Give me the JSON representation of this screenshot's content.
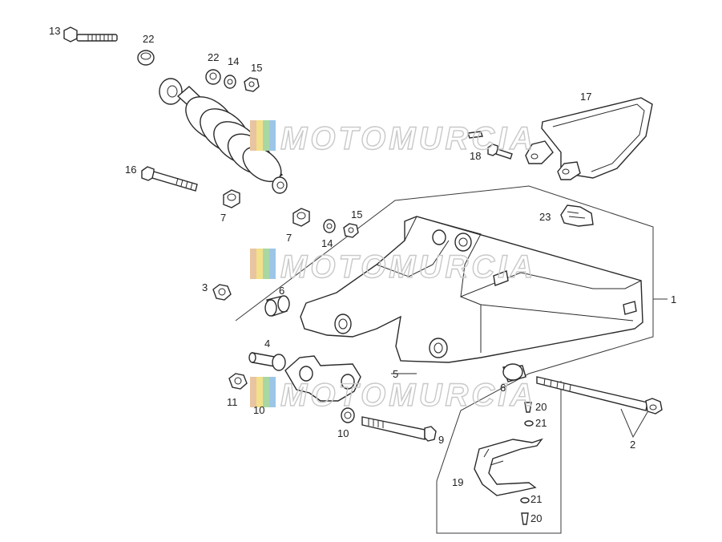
{
  "watermark": {
    "text": "MOTOMURCIA",
    "colors": [
      "#e8c5a0",
      "#f2e08a",
      "#a9d7a3",
      "#9cc6e8"
    ]
  },
  "callouts": [
    {
      "id": "c13a",
      "text": "13"
    },
    {
      "id": "c22a",
      "text": "22"
    },
    {
      "id": "c22b",
      "text": "22"
    },
    {
      "id": "c14a",
      "text": "14"
    },
    {
      "id": "c15a",
      "text": "15"
    },
    {
      "id": "c17",
      "text": "17"
    },
    {
      "id": "c18",
      "text": "18"
    },
    {
      "id": "c16",
      "text": "16"
    },
    {
      "id": "c7a",
      "text": "7"
    },
    {
      "id": "c23",
      "text": "23"
    },
    {
      "id": "c7b",
      "text": "7"
    },
    {
      "id": "c14b",
      "text": "14"
    },
    {
      "id": "c15b",
      "text": "15"
    },
    {
      "id": "c1",
      "text": "1"
    },
    {
      "id": "c3",
      "text": "3"
    },
    {
      "id": "c6a",
      "text": "6"
    },
    {
      "id": "c4",
      "text": "4"
    },
    {
      "id": "c5",
      "text": "5"
    },
    {
      "id": "c6b",
      "text": "6"
    },
    {
      "id": "c11",
      "text": "11"
    },
    {
      "id": "c10a",
      "text": "10"
    },
    {
      "id": "c20a",
      "text": "20"
    },
    {
      "id": "c21a",
      "text": "21"
    },
    {
      "id": "c10b",
      "text": "10"
    },
    {
      "id": "c9",
      "text": "9"
    },
    {
      "id": "c2",
      "text": "2"
    },
    {
      "id": "c19",
      "text": "19"
    },
    {
      "id": "c21b",
      "text": "21"
    },
    {
      "id": "c20b",
      "text": "20"
    }
  ]
}
